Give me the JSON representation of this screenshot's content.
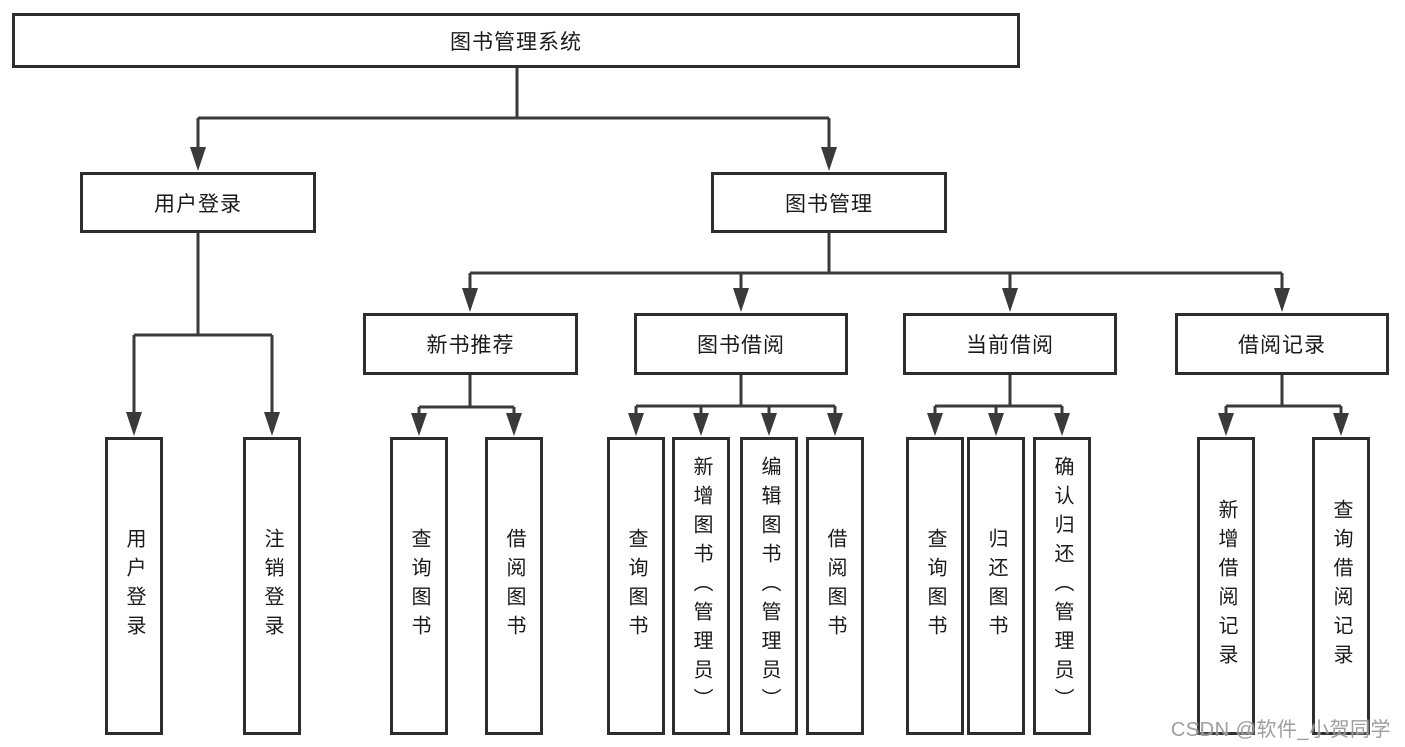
{
  "diagram": {
    "title_node": "图书管理系统",
    "level2": {
      "user_login": "用户登录",
      "book_mgmt": "图书管理"
    },
    "level3": {
      "new_book_rec": "新书推荐",
      "book_borrow": "图书借阅",
      "current_borrow": "当前借阅",
      "borrow_records": "借阅记录"
    },
    "leaves": {
      "user_login_leaf": "用户登录",
      "logout_leaf": "注销登录",
      "rec_query_book": "查询图书",
      "rec_borrow_book": "借阅图书",
      "bb_query_book": "查询图书",
      "bb_add_book": "新增图书（管理员）",
      "bb_edit_book": "编辑图书（管理员）",
      "bb_borrow_book": "借阅图书",
      "cb_query_book": "查询图书",
      "cb_return_book": "归还图书",
      "cb_confirm_return": "确认归还（管理员）",
      "br_add_record": "新增借阅记录",
      "br_query_record": "查询借阅记录"
    },
    "colors": {
      "line": "#3a3a3a",
      "border": "#2d2d2d",
      "text": "#1a1a1a",
      "watermark": "#949494"
    }
  },
  "watermark": "CSDN @软件_小贺同学"
}
